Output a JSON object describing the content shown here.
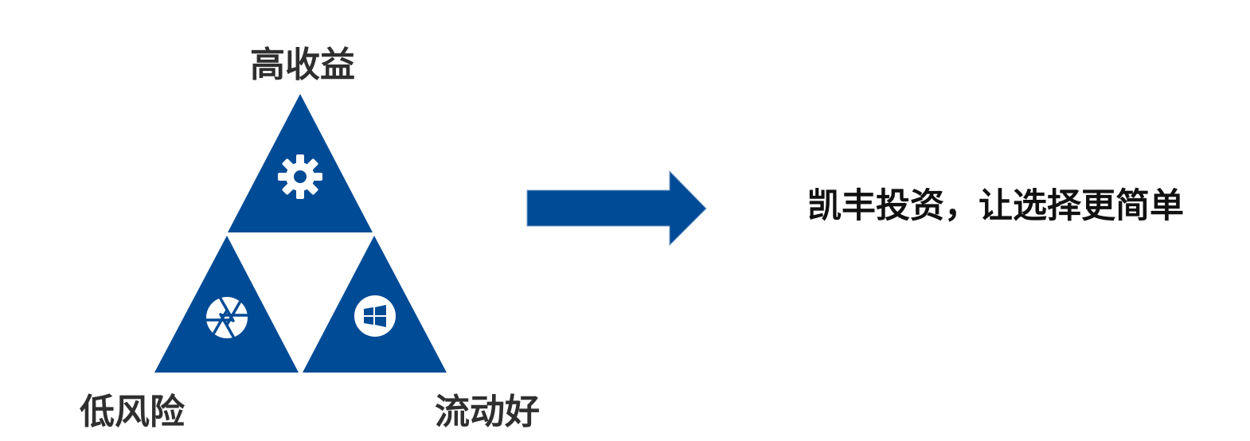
{
  "diagram": {
    "top_label": "高收益",
    "left_label": "低风险",
    "right_label": "流动好",
    "tagline": "凯丰投资，让选择更简单",
    "icons": {
      "top": "gear-icon",
      "left": "aperture-icon",
      "right": "windows-logo-icon"
    }
  },
  "colors": {
    "primary": "#004b96",
    "text": "#2f2f2f",
    "tagline": "#111111",
    "background": "#ffffff"
  }
}
